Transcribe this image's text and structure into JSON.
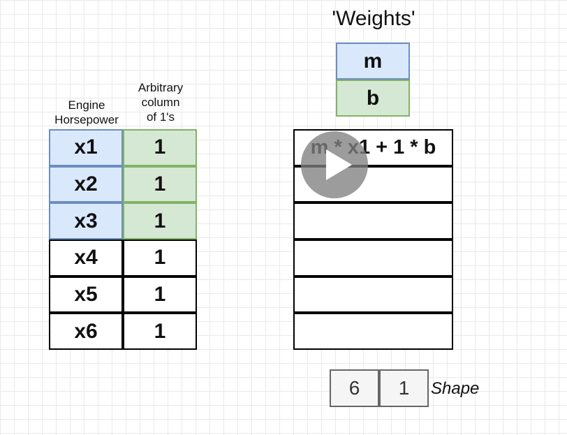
{
  "left_matrix": {
    "header_col1": "Engine\nHorsepower",
    "header_col2": "Arbitrary\ncolumn\nof 1's",
    "rows": [
      {
        "x": "x1",
        "one": "1"
      },
      {
        "x": "x2",
        "one": "1"
      },
      {
        "x": "x3",
        "one": "1"
      },
      {
        "x": "x4",
        "one": "1"
      },
      {
        "x": "x5",
        "one": "1"
      },
      {
        "x": "x6",
        "one": "1"
      }
    ]
  },
  "weights": {
    "title": "'Weights'",
    "m": "m",
    "b": "b"
  },
  "result": {
    "formula": "m * x1 + 1 * b"
  },
  "shape": {
    "rows": "6",
    "cols": "1",
    "label": "Shape"
  },
  "colors": {
    "blue_fill": "#dae8fc",
    "blue_border": "#6c8ebf",
    "green_fill": "#d5e8d4",
    "green_border": "#82b366"
  },
  "icons": {
    "play": "play-icon"
  }
}
